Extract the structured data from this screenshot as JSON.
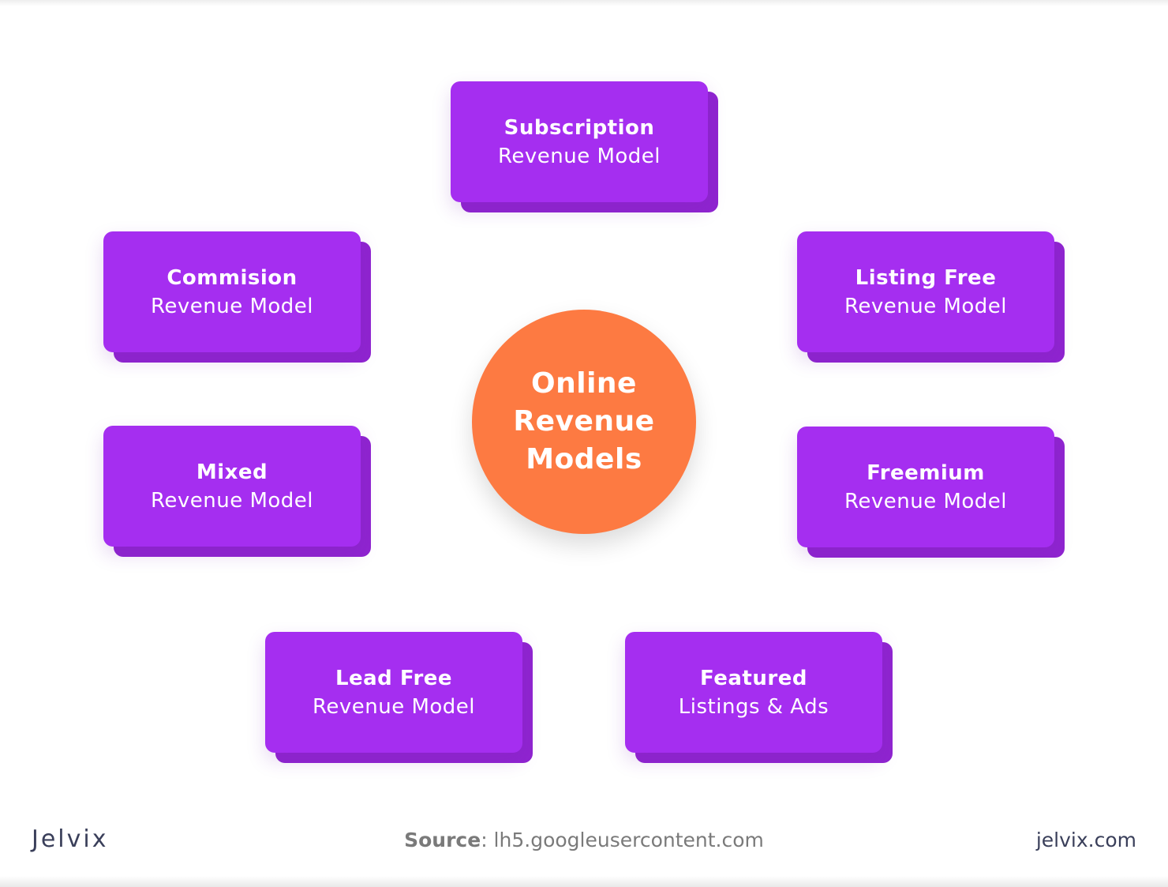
{
  "center": {
    "lines": [
      "Online",
      "Revenue",
      "Models"
    ]
  },
  "models": [
    {
      "id": "subscription",
      "title": "Subscription",
      "subtitle": "Revenue Model"
    },
    {
      "id": "commision",
      "title": "Commision",
      "subtitle": "Revenue Model"
    },
    {
      "id": "listing-free",
      "title": "Listing Free",
      "subtitle": "Revenue Model"
    },
    {
      "id": "mixed",
      "title": "Mixed",
      "subtitle": "Revenue Model"
    },
    {
      "id": "freemium",
      "title": "Freemium",
      "subtitle": "Revenue Model"
    },
    {
      "id": "lead-free",
      "title": "Lead Free",
      "subtitle": "Revenue Model"
    },
    {
      "id": "featured",
      "title": "Featured",
      "subtitle": "Listings & Ads"
    }
  ],
  "footer": {
    "logo": "Jelvix",
    "source_label": "Source",
    "source_value": ": lh5.googleusercontent.com",
    "site": "jelvix.com"
  },
  "colors": {
    "card": "#a52ef0",
    "card_shadow": "#8f24d0",
    "hub": "#fd7a42",
    "text_dark": "#3a3f5a"
  }
}
